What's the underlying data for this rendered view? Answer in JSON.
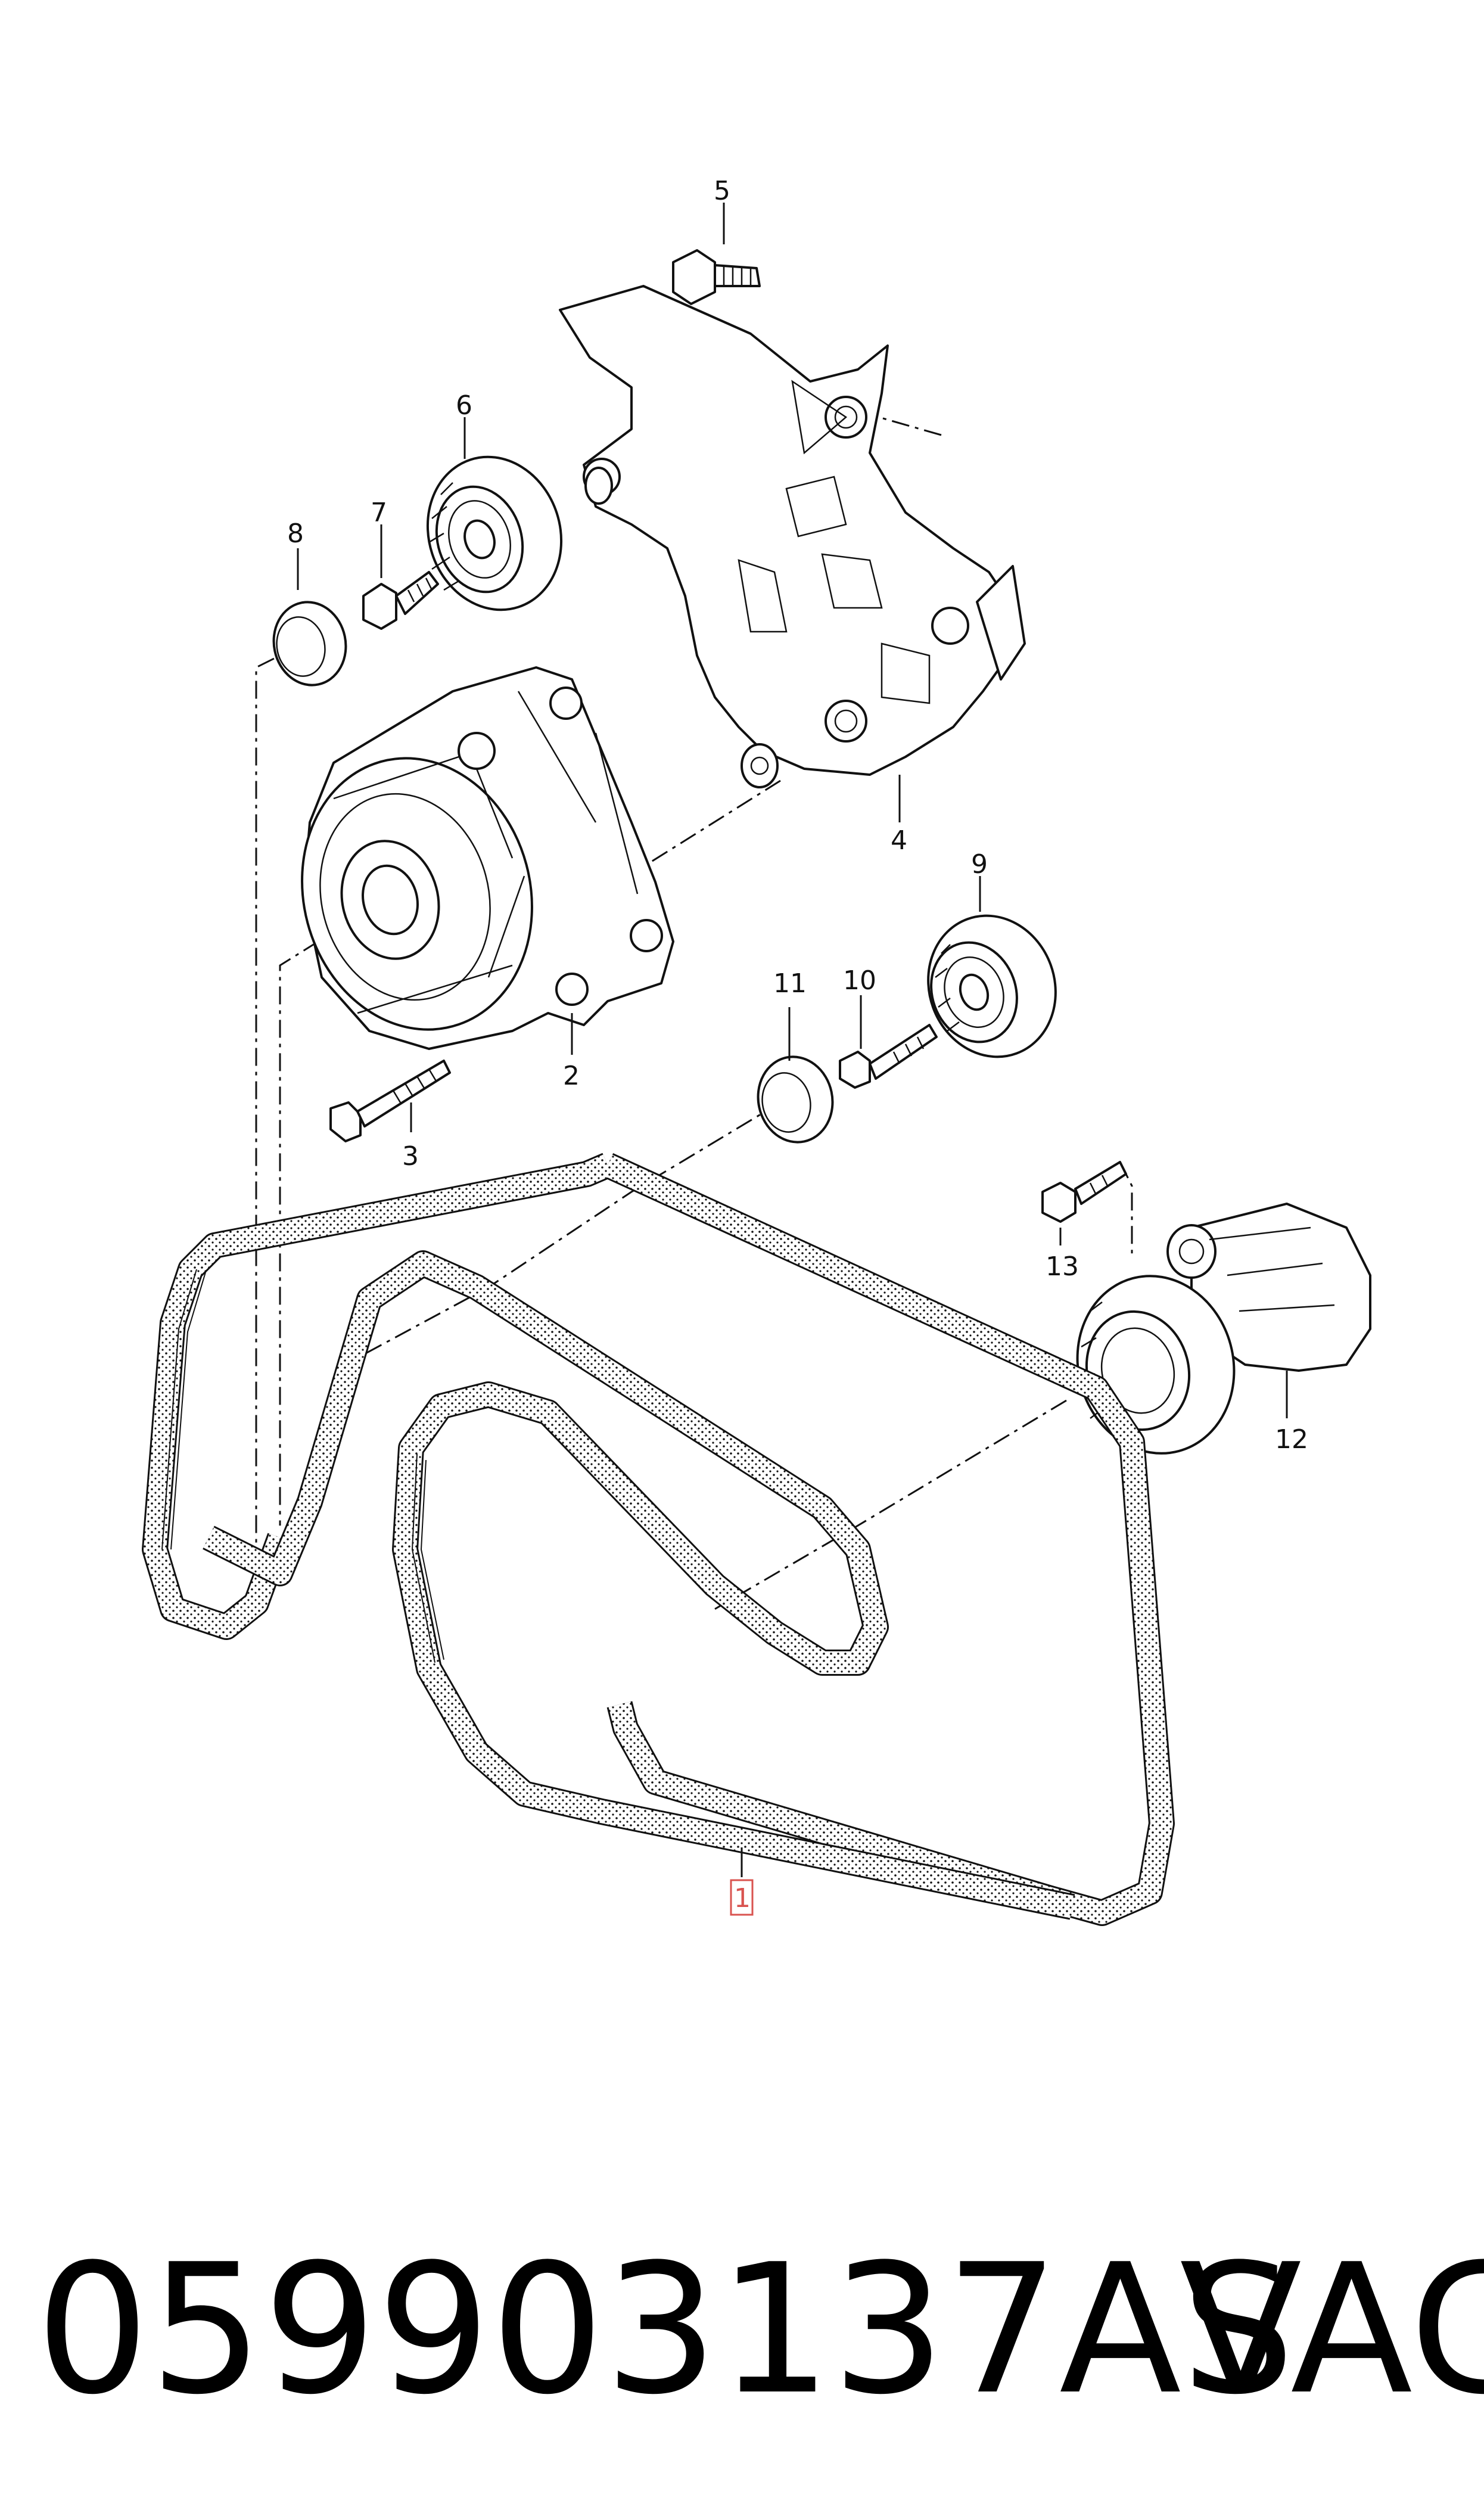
{
  "callouts": {
    "c1": "1",
    "c2": "2",
    "c3": "3",
    "c4": "4",
    "c5": "5",
    "c6": "6",
    "c7": "7",
    "c8": "8",
    "c9": "9",
    "c10": "10",
    "c11": "11",
    "c12": "12",
    "c13": "13"
  },
  "highlighted_callout": "1",
  "highlight_color": "#d9534f",
  "footer": {
    "part_number": "059903137AS",
    "brand": "VAG"
  }
}
